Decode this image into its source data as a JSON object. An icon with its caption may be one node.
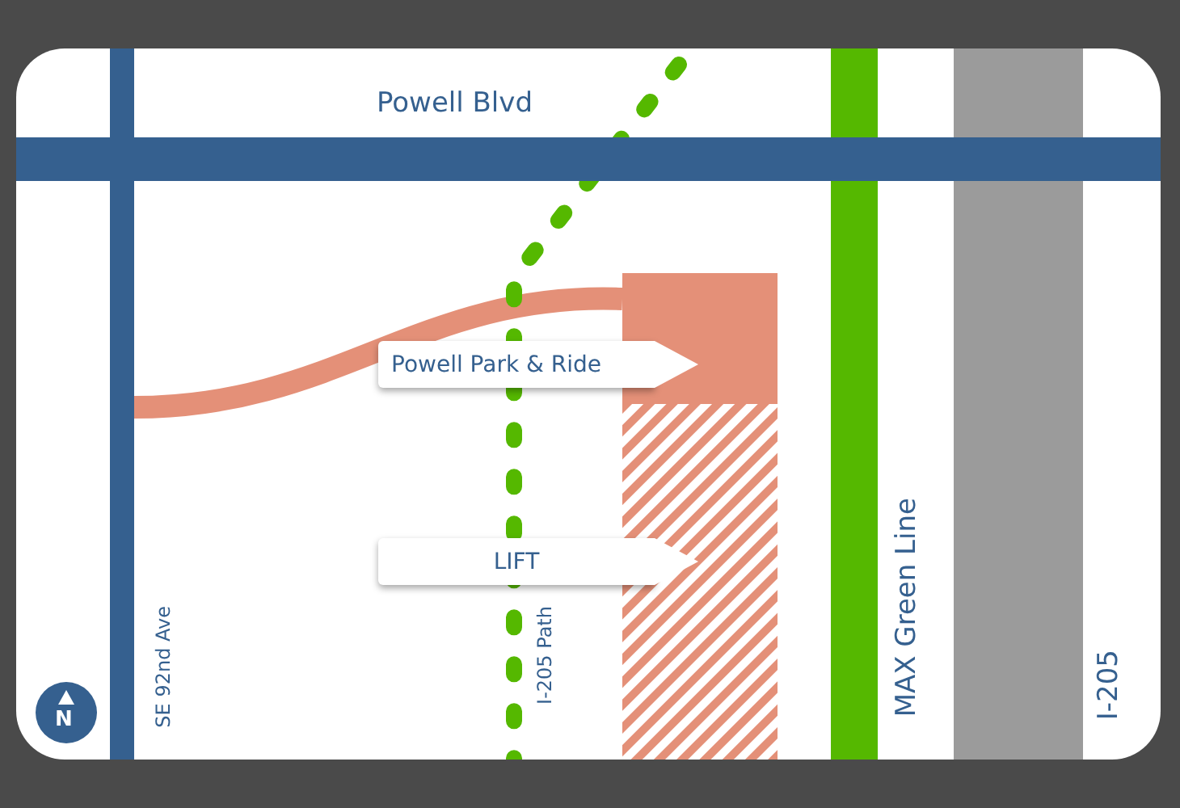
{
  "diagram": {
    "nodes": [
      {
        "text": [
          "Powell Park & Ride"
        ]
      },
      {
        "text": [],
        "shape": "box"
      },
      {
        "text": [
          "LIFT"
        ]
      },
      {
        "text": [],
        "shape": "box"
      }
    ],
    "edges": [
      {
        "from": 0,
        "to": 1,
        "arrow": "to"
      },
      {
        "from": 2,
        "to": 3,
        "arrow": "to"
      }
    ],
    "labels": [
      "Powell Blvd",
      "SE 92nd Ave",
      "I-205 Path",
      "MAX Green Line",
      "I-205",
      "N"
    ]
  }
}
